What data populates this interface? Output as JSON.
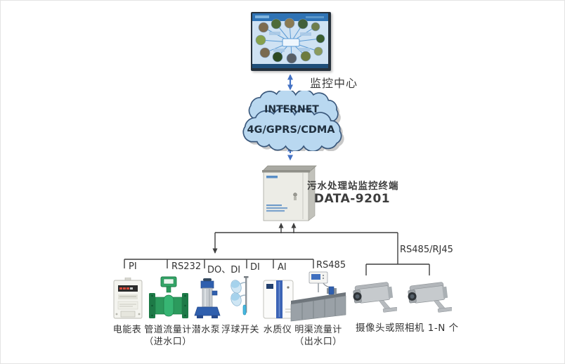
{
  "monitor": {
    "label": "监控中心"
  },
  "network": {
    "internet": "INTERNET",
    "cellular": "4G/GPRS/CDMA"
  },
  "terminal": {
    "name": "污水处理站监控终端",
    "model": "DATA-9201"
  },
  "ports": [
    "PI",
    "RS232",
    "DO、DI",
    "DI",
    "AI",
    "RS485"
  ],
  "camera_link": {
    "label": "RS485/RJ45"
  },
  "devices": [
    {
      "name": "电能表",
      "sub": ""
    },
    {
      "name": "管道流量计",
      "sub": "（进水口）"
    },
    {
      "name": "潜水泵",
      "sub": ""
    },
    {
      "name": "浮球开关",
      "sub": ""
    },
    {
      "name": "水质仪",
      "sub": ""
    },
    {
      "name": "明渠流量计",
      "sub": "（出水口）"
    }
  ],
  "cameras": {
    "label": "摄像头或照相机 1-N 个"
  },
  "colors": {
    "cloud_fill": "#b9d8f0",
    "cloud_stroke": "#3a587c",
    "arrow_blue": "#4472c4",
    "connector_line": "#3f3f3f",
    "flowmeter_green": "#2c9a5d",
    "pump_blue": "#2f5fae",
    "terminal_body": "#ecece6",
    "screen_header_blue": "#2f73b5"
  }
}
